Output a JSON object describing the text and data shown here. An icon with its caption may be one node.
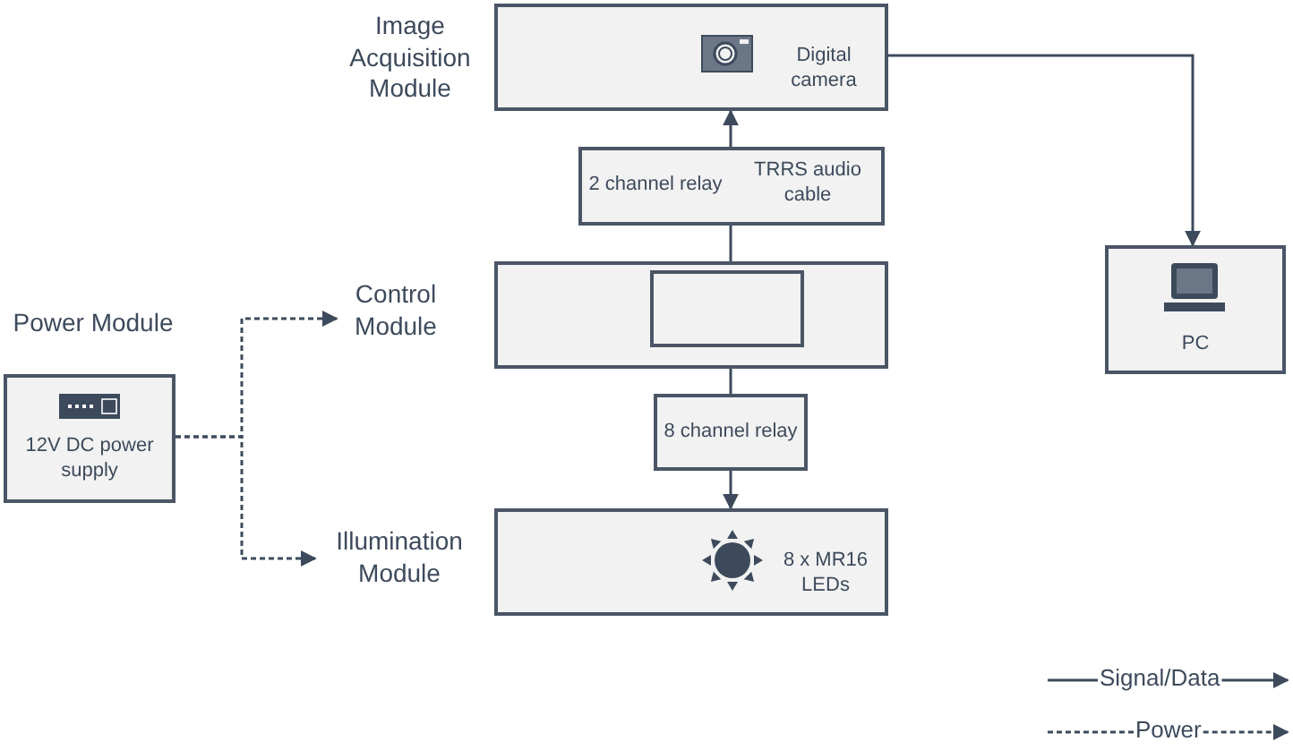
{
  "diagram": {
    "nodes": [
      {
        "text": [
          "Image Acquisition Module",
          "Digital camera"
        ]
      },
      {
        "text": [
          "2 channel relay",
          "TRRS audio cable"
        ]
      },
      {
        "text": [
          "Control Module"
        ]
      },
      {
        "text": [],
        "shape": "box",
        "in": 2
      },
      {
        "text": [
          "8 channel relay"
        ]
      },
      {
        "text": [
          "Illumination Module",
          "8 x MR16 LEDs"
        ]
      },
      {
        "text": [
          "Power Module",
          "12V DC power supply"
        ]
      },
      {
        "text": [
          "PC"
        ]
      }
    ],
    "edges": [
      {
        "from": 2,
        "to": 1,
        "arrow": "none"
      },
      {
        "from": 1,
        "to": 0,
        "arrow": "to"
      },
      {
        "from": 2,
        "to": 4,
        "arrow": "none"
      },
      {
        "from": 4,
        "to": 5,
        "arrow": "to"
      },
      {
        "from": 6,
        "to": 2,
        "arrow": "to",
        "style": "dashed"
      },
      {
        "from": 6,
        "to": 5,
        "arrow": "to",
        "style": "dashed"
      },
      {
        "from": 0,
        "to": 7,
        "arrow": "to"
      }
    ],
    "legend": [
      {
        "text": "Signal/Data"
      },
      {
        "text": "Power"
      }
    ]
  }
}
